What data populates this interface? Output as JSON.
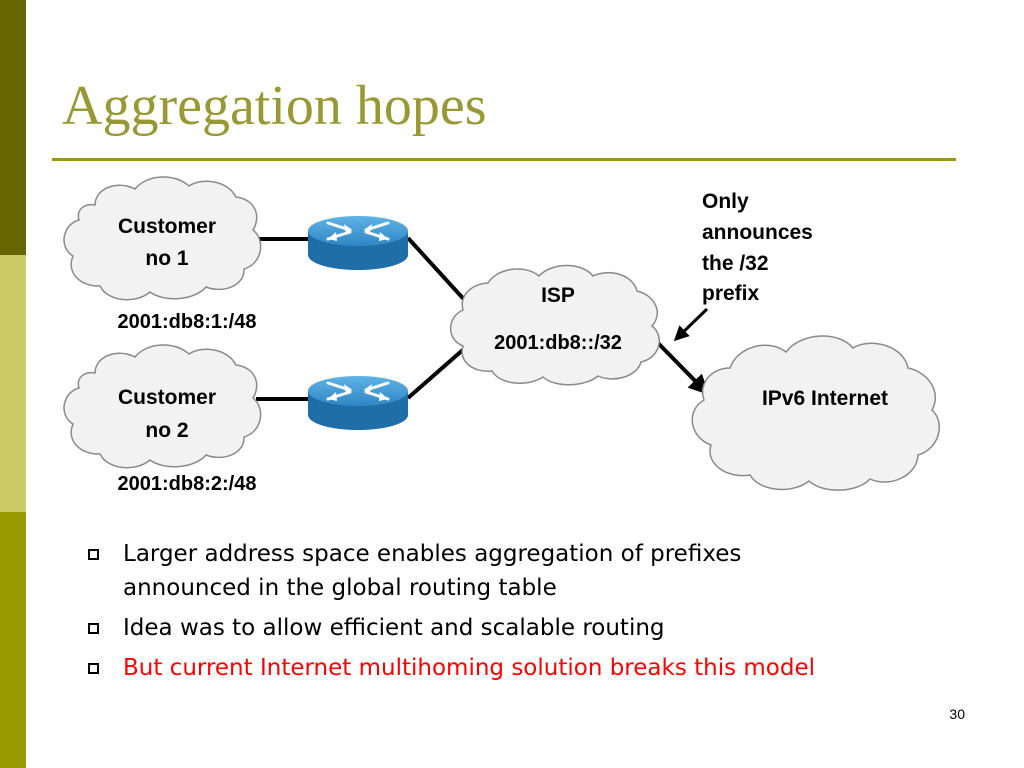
{
  "theme": {
    "sidebar_colors": [
      "#666600",
      "#cccc66",
      "#999900"
    ],
    "title_color": "#999933",
    "rule_color": "#999900",
    "text_color": "#000000",
    "highlight_color": "#ff0000",
    "cloud_fill": "#f2f2f2",
    "cloud_stroke": "#8a8a8a",
    "router_color": "#1f7ab8"
  },
  "slide": {
    "title": "Aggregation hopes",
    "page_number": "30"
  },
  "diagram": {
    "customer1": {
      "line1": "Customer",
      "line2": "no 1",
      "prefix": "2001:db8:1:/48"
    },
    "customer2": {
      "line1": "Customer",
      "line2": "no 2",
      "prefix": "2001:db8:2:/48"
    },
    "isp": {
      "name": "ISP",
      "prefix": "2001:db8::/32"
    },
    "internet": {
      "name": "IPv6 Internet"
    },
    "callout": {
      "line1": "Only",
      "line2": "announces",
      "line3": "the /32",
      "line4": "prefix"
    },
    "router_icons": [
      "router-icon",
      "router-icon"
    ]
  },
  "bullets": [
    {
      "line1": "Larger address space enables aggregation of prefixes",
      "line2": "announced in the global routing table"
    },
    {
      "line1": "Idea was to allow efficient and scalable routing"
    },
    {
      "line1": "But current Internet multihoming solution breaks this model",
      "highlight": true
    }
  ]
}
